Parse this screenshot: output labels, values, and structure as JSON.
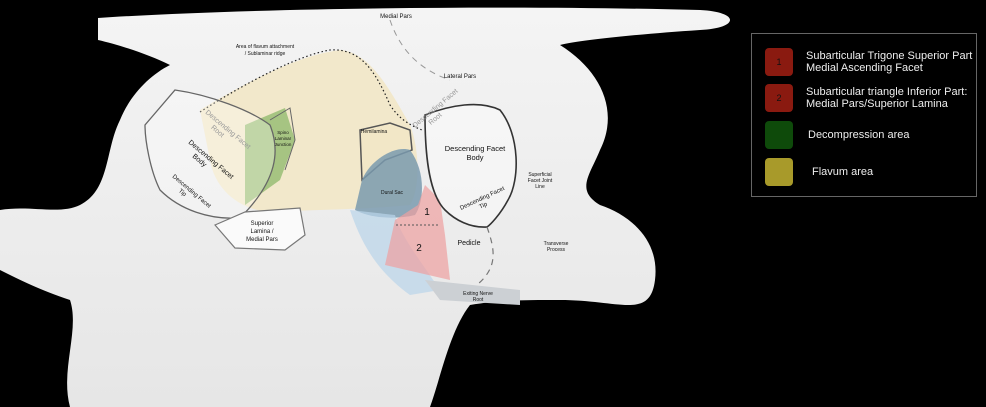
{
  "diagram": {
    "labels": {
      "medial_pars": "Medial Pars",
      "lateral_pars": "Lateral Pars",
      "flavum_attachment": [
        "Area of flavum attachment",
        "/ Sublaminar ridge"
      ],
      "left_desc_root": [
        "Descending Facet",
        "Root"
      ],
      "left_desc_body": [
        "Descending Facet",
        "Body"
      ],
      "left_desc_tip": [
        "Descending Facet",
        "Tip"
      ],
      "spino_laminar": [
        "Spino",
        "Laminar",
        "Junction"
      ],
      "superior_lamina": [
        "Superior",
        "Lamina /",
        "Medial Pars"
      ],
      "hemilamina": "Hemilamina",
      "dural_sac": "Dural Sac",
      "right_desc_root": [
        "Descending Facet",
        "Root"
      ],
      "right_desc_body": [
        "Descending Facet",
        "Body"
      ],
      "right_desc_tip": [
        "Descending Facet",
        "Tip"
      ],
      "superficial_facet": [
        "Superficial",
        "Facet Joint",
        "Line"
      ],
      "pedicle": "Pedicle",
      "transverse_process": [
        "Transverse",
        "Process"
      ],
      "exiting_nerve_root": [
        "Exiting Nerve",
        "Root"
      ],
      "zone1": "1",
      "zone2": "2"
    }
  },
  "legend": {
    "items": [
      {
        "marker": "1",
        "text": [
          "Subarticular Trigone Superior Part",
          "Medial Ascending Facet"
        ],
        "color": "#8a1a10"
      },
      {
        "marker": "2",
        "text": [
          "Subarticular triangle Inferior Part:",
          "Medial Pars/Superior Lamina"
        ],
        "color": "#8a1a10"
      },
      {
        "marker": "",
        "text": [
          "Decompression area"
        ],
        "color": "#0e4a0a"
      },
      {
        "marker": "",
        "text": [
          "Flavum  area"
        ],
        "color": "#a89a2a"
      }
    ]
  }
}
